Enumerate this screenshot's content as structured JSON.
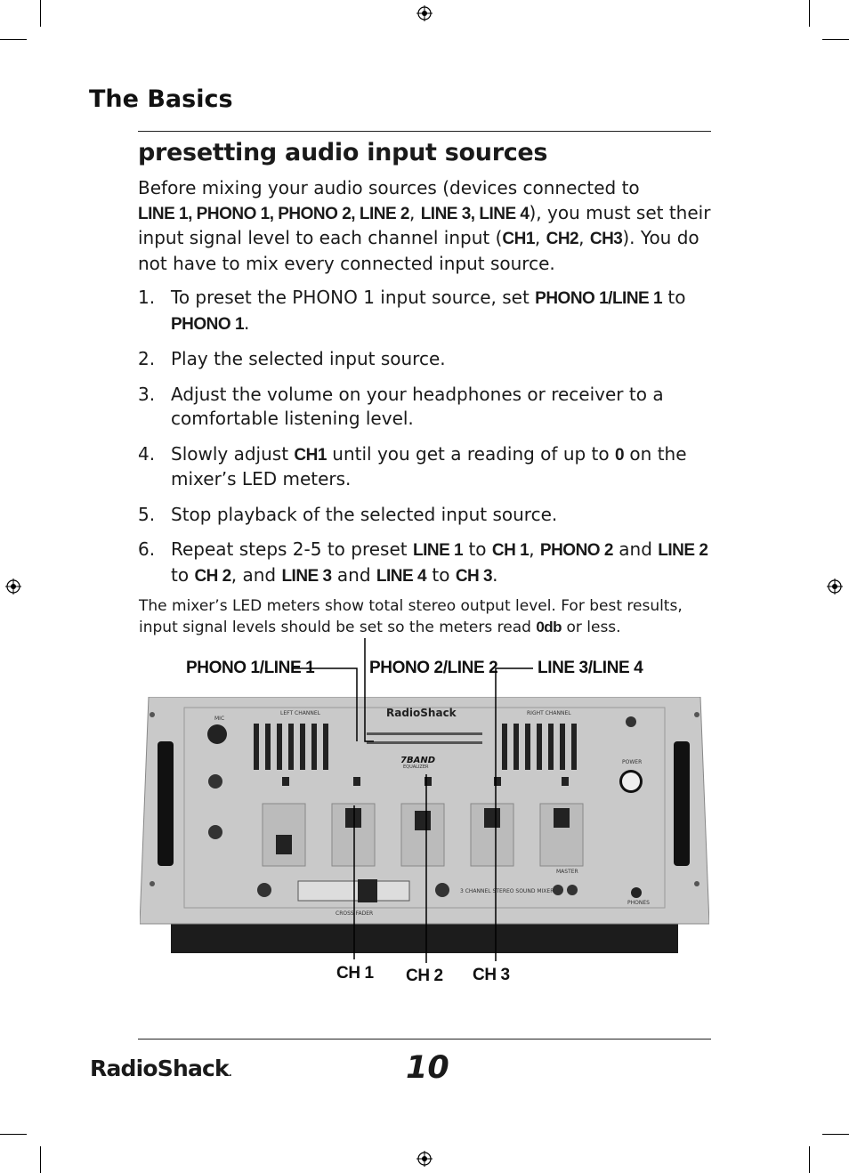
{
  "section_title": "The Basics",
  "heading": "presetting audio input sources",
  "intro": {
    "t1": "Before mixing your audio sources (devices connected to",
    "b1": "LINE 1, PHONO 1, PHONO 2, LINE 2",
    "t2": ",",
    "b2": "LINE 3, LINE 4",
    "t3": "), you must set their input signal level to each channel input (",
    "b3": "CH1",
    "t4": ", ",
    "b4": "CH2",
    "t5": ", ",
    "b5": "CH3",
    "t6": "). You do not have to mix every connected input source."
  },
  "steps": [
    {
      "num": "1.",
      "t1": "To preset the PHONO 1 input source, set ",
      "b1": "PHONO 1/LINE 1",
      "t2": " to ",
      "b2": "PHONO 1",
      "t3": "."
    },
    {
      "num": "2.",
      "t1": "Play the selected input source."
    },
    {
      "num": "3.",
      "t1": "Adjust the volume on your headphones or receiver to a comfortable listening level."
    },
    {
      "num": "4.",
      "t1": "Slowly adjust ",
      "b1": "CH1",
      "t2": " until you get a reading of up to ",
      "b2": "0",
      "t3": " on the mixer’s LED meters."
    },
    {
      "num": "5.",
      "t1": "Stop playback of the selected input source."
    },
    {
      "num": "6.",
      "t1": "Repeat steps 2-5 to preset ",
      "b1": "LINE 1",
      "t2": " to ",
      "b2": "CH 1",
      "t3": ", ",
      "b3": "PHONO 2",
      "t4": " and ",
      "b4": "LINE 2",
      "t5": " to ",
      "b5": "CH 2",
      "t6": ", and ",
      "b6": "LINE 3",
      "t7": " and ",
      "b7": "LINE 4",
      "t8": " to ",
      "b8": "CH 3",
      "t9": "."
    }
  ],
  "note": {
    "t1": "The mixer’s LED meters show total stereo output level. For best results, input signal levels should be set so the meters read ",
    "b1": "0db",
    "t2": " or less."
  },
  "callouts": {
    "phono1_line1": "PHONO 1/LINE 1",
    "phono2_line2": "PHONO 2/LINE 2",
    "line3_line4": "LINE 3/LINE 4",
    "ch1": "CH 1",
    "ch2": "CH 2",
    "ch3": "CH 3"
  },
  "mixer": {
    "brand": "RadioShack",
    "eq_badge": "7BAND",
    "eq_sub": "EQUALIZER",
    "left_channel": "LEFT CHANNEL",
    "right_channel": "RIGHT CHANNEL",
    "model_text": "3 CHANNEL STEREO SOUND MIXER",
    "cross_fader": "CROSS FADER",
    "mic": "MIC",
    "power": "POWER",
    "phones": "PHONES",
    "master": "MASTER"
  },
  "footer": {
    "logo": "RadioShack",
    "logo_dot": ".",
    "page_number": "10"
  },
  "colors": {
    "text": "#1a1a1a",
    "panel": "#c9c9c9",
    "panel_dark": "#1c1c1c"
  }
}
